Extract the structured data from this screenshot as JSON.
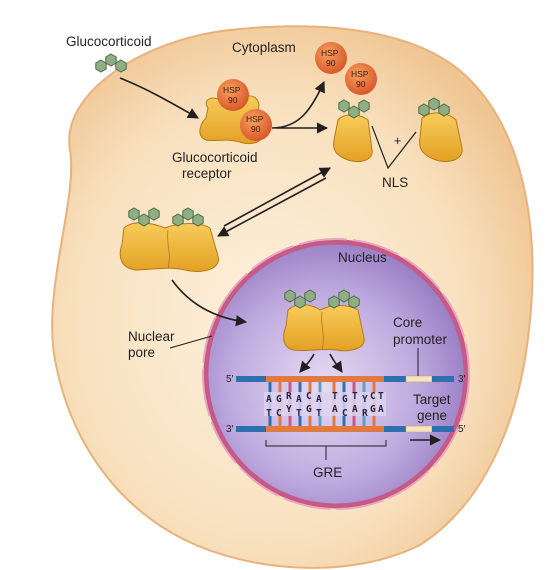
{
  "labels": {
    "glucocorticoid": "Glucocorticoid",
    "cytoplasm": "Cytoplasm",
    "hsp_line1": "HSP",
    "hsp_line2": "90",
    "receptor_line1": "Glucocorticoid",
    "receptor_line2": "receptor",
    "plus": "+",
    "nls": "NLS",
    "nucleus": "Nucleus",
    "nuclear_pore_line1": "Nuclear",
    "nuclear_pore_line2": "pore",
    "core_promoter_line1": "Core",
    "core_promoter_line2": "promoter",
    "target_gene_line1": "Target",
    "target_gene_line2": "gene",
    "gre": "GRE",
    "five_prime": "5′",
    "three_prime": "3′"
  },
  "dna": {
    "top_left": [
      "A",
      "G",
      "R",
      "A",
      "C",
      "A"
    ],
    "bottom_left": [
      "T",
      "C",
      "Y",
      "T",
      "G",
      "T"
    ],
    "top_right": [
      "T",
      "G",
      "T",
      "Y",
      "C",
      "T"
    ],
    "bottom_right": [
      "A",
      "C",
      "A",
      "R",
      "G",
      "A"
    ]
  },
  "colors": {
    "cell": "#f6dcb5",
    "cell_edge": "#e9b98a",
    "nucleus": "#a78fc9",
    "nuclear_envelope": "#c65a86",
    "receptor": "#f0b63a",
    "hormone": "#8fae84",
    "hsp": "#e8703a",
    "dna_blue": "#2f6fb0",
    "dna_orange": "#e27a3f"
  }
}
